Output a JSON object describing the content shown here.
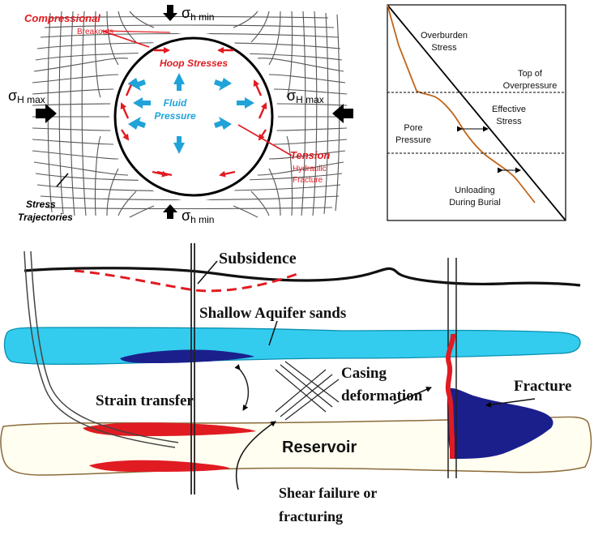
{
  "borehole_panel": {
    "sigma_symbol": "σ",
    "sub_h_min": "h min",
    "sub_H_max": "H max",
    "compressional": "Compressional",
    "breakouts": "Breakouts",
    "hoop_stresses": "Hoop Stresses",
    "fluid_line1": "Fluid",
    "fluid_line2": "Pressure",
    "tension": "Tension",
    "hydraulic_line1": "Hydraulic",
    "hydraulic_line2": "Fracture",
    "stress_line1": "Stress",
    "stress_line2": "Trajectories",
    "colors": {
      "red": "#e11b22",
      "blue": "#1fa3d8",
      "grid": "#555555"
    }
  },
  "pressure_panel": {
    "overburden_line1": "Overburden",
    "overburden_line2": "Stress",
    "top_line1": "Top of",
    "top_line2": "Overpressure",
    "effective_line1": "Effective",
    "effective_line2": "Stress",
    "pore_line1": "Pore",
    "pore_line2": "Pressure",
    "unloading_line1": "Unloading",
    "unloading_line2": "During Burial",
    "colors": {
      "pore_curve": "#c0651a"
    }
  },
  "cross_section": {
    "subsidence": "Subsidence",
    "aquifer": "Shallow Aquifer sands",
    "strain_transfer": "Strain transfer",
    "casing_line1": "Casing",
    "casing_line2": "deformation",
    "fracture": "Fracture",
    "reservoir": "Reservoir",
    "shear_line1": "Shear failure or",
    "shear_line2": "fracturing",
    "colors": {
      "aquifer": "#33ccee",
      "red": "#e11b22",
      "navy": "#1a1f8c",
      "reservoir_edge": "#8a6a3a"
    }
  }
}
